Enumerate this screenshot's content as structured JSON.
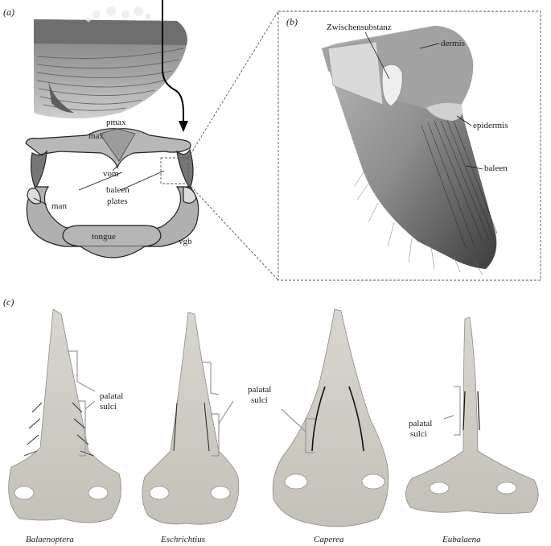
{
  "panels": {
    "a": {
      "letter": "(a)",
      "labels": {
        "pmax": "pmax",
        "max": "max",
        "vom": "vom",
        "baleen_line1": "baleen",
        "baleen_line2": "plates",
        "man": "man",
        "tongue": "tongue",
        "vgb": "vgb"
      }
    },
    "b": {
      "letter": "(b)",
      "labels": {
        "zwischen": "Zwischensubstanz",
        "dermis": "dermis",
        "epidermis": "epidermis",
        "baleen": "baleen"
      }
    },
    "c": {
      "letter": "(c)",
      "palatal_line1": "palatal",
      "palatal_line2": "sulci",
      "genera": [
        "Balaenoptera",
        "Eschrichtius",
        "Caperea",
        "Eubalaena"
      ]
    }
  }
}
